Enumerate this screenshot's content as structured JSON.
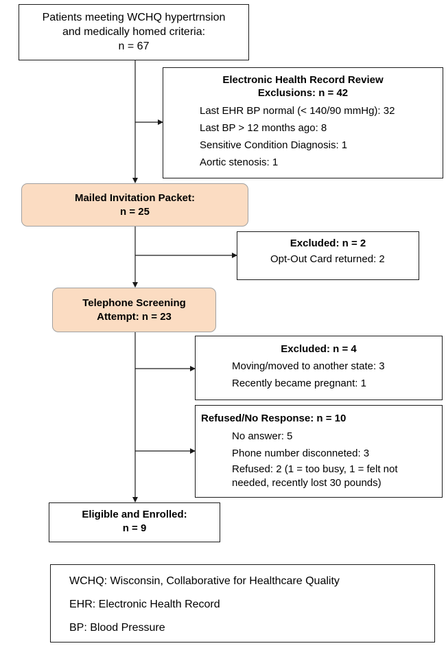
{
  "top_box": {
    "lines": [
      "Patients meeting WCHQ hypertrnsion",
      "and medically homed criteria:",
      "n = 67"
    ]
  },
  "ehr_box": {
    "title": "Electronic Health Record Review",
    "subtitle": "Exclusions: n = 42",
    "items": [
      "Last EHR BP normal (< 140/90 mmHg): 32",
      "Last BP > 12 months ago: 8",
      "Sensitive Condition Diagnosis: 1",
      "Aortic stenosis: 1"
    ]
  },
  "mailed_box": {
    "line1": "Mailed Invitation Packet:",
    "line2": "n = 25"
  },
  "excluded1_box": {
    "title": "Excluded: n = 2",
    "items": [
      "Opt-Out Card returned: 2"
    ]
  },
  "phone_box": {
    "line1": "Telephone Screening",
    "line2": "Attempt: n = 23"
  },
  "excluded2_box": {
    "title": "Excluded: n = 4",
    "items": [
      "Moving/moved to another state: 3",
      "Recently became pregnant: 1"
    ]
  },
  "refused_box": {
    "title": "Refused/No Response: n = 10",
    "items": [
      "No answer: 5",
      "Phone number disconneted: 3",
      "Refused: 2 (1 = too busy, 1 = felt not",
      "needed, recently lost 30 pounds)"
    ]
  },
  "enrolled_box": {
    "line1": "Eligible and Enrolled:",
    "line2": "n = 9"
  },
  "legend": {
    "items": [
      "WCHQ: Wisconsin, Collaborative for Healthcare Quality",
      "EHR: Electronic Health Record",
      "BP: Blood Pressure"
    ]
  }
}
